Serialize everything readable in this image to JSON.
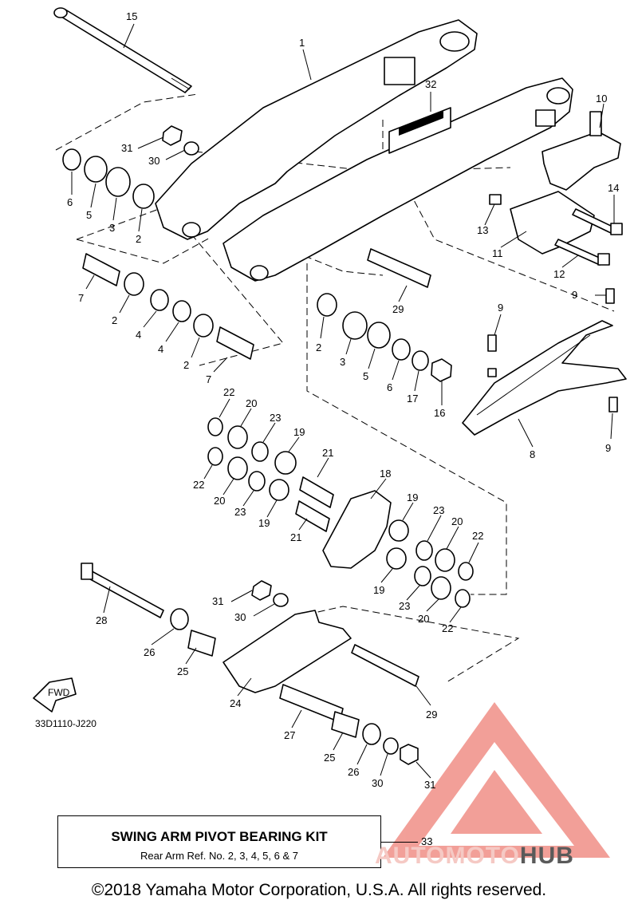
{
  "diagram": {
    "drawing_code": "33D1110-J220",
    "fwd_label": "FWD",
    "callouts": [
      {
        "id": "c15",
        "label": "15"
      },
      {
        "id": "c1",
        "label": "1"
      },
      {
        "id": "c32",
        "label": "32"
      },
      {
        "id": "c10",
        "label": "10"
      },
      {
        "id": "c14",
        "label": "14"
      },
      {
        "id": "c13",
        "label": "13"
      },
      {
        "id": "c11",
        "label": "11"
      },
      {
        "id": "c12",
        "label": "12"
      },
      {
        "id": "c31a",
        "label": "31"
      },
      {
        "id": "c30a",
        "label": "30"
      },
      {
        "id": "c6a",
        "label": "6"
      },
      {
        "id": "c5a",
        "label": "5"
      },
      {
        "id": "c3a",
        "label": "3"
      },
      {
        "id": "c2a",
        "label": "2"
      },
      {
        "id": "c7a",
        "label": "7"
      },
      {
        "id": "c2b",
        "label": "2"
      },
      {
        "id": "c4a",
        "label": "4"
      },
      {
        "id": "c4b",
        "label": "4"
      },
      {
        "id": "c2c",
        "label": "2"
      },
      {
        "id": "c7b",
        "label": "7"
      },
      {
        "id": "c29a",
        "label": "29"
      },
      {
        "id": "c2d",
        "label": "2"
      },
      {
        "id": "c3b",
        "label": "3"
      },
      {
        "id": "c5b",
        "label": "5"
      },
      {
        "id": "c6b",
        "label": "6"
      },
      {
        "id": "c17",
        "label": "17"
      },
      {
        "id": "c16",
        "label": "16"
      },
      {
        "id": "c9a",
        "label": "9"
      },
      {
        "id": "c9b",
        "label": "9"
      },
      {
        "id": "c9c",
        "label": "9"
      },
      {
        "id": "c8",
        "label": "8"
      },
      {
        "id": "c22a",
        "label": "22"
      },
      {
        "id": "c20a",
        "label": "20"
      },
      {
        "id": "c23a",
        "label": "23"
      },
      {
        "id": "c19a",
        "label": "19"
      },
      {
        "id": "c21a",
        "label": "21"
      },
      {
        "id": "c22b",
        "label": "22"
      },
      {
        "id": "c20b",
        "label": "20"
      },
      {
        "id": "c23b",
        "label": "23"
      },
      {
        "id": "c19b",
        "label": "19"
      },
      {
        "id": "c18",
        "label": "18"
      },
      {
        "id": "c21b",
        "label": "21"
      },
      {
        "id": "c19c",
        "label": "19"
      },
      {
        "id": "c23c",
        "label": "23"
      },
      {
        "id": "c20c",
        "label": "20"
      },
      {
        "id": "c22c",
        "label": "22"
      },
      {
        "id": "c19d",
        "label": "19"
      },
      {
        "id": "c23d",
        "label": "23"
      },
      {
        "id": "c20d",
        "label": "20"
      },
      {
        "id": "c22d",
        "label": "22"
      },
      {
        "id": "c28",
        "label": "28"
      },
      {
        "id": "c31b",
        "label": "31"
      },
      {
        "id": "c30b",
        "label": "30"
      },
      {
        "id": "c26a",
        "label": "26"
      },
      {
        "id": "c25a",
        "label": "25"
      },
      {
        "id": "c24",
        "label": "24"
      },
      {
        "id": "c29b",
        "label": "29"
      },
      {
        "id": "c27",
        "label": "27"
      },
      {
        "id": "c25b",
        "label": "25"
      },
      {
        "id": "c26b",
        "label": "26"
      },
      {
        "id": "c30c",
        "label": "30"
      },
      {
        "id": "c31c",
        "label": "31"
      }
    ]
  },
  "kit": {
    "title": "SWING ARM PIVOT BEARING KIT",
    "subtitle": "Rear Arm Ref. No. 2, 3, 4, 5, 6 & 7",
    "ref_number": "33"
  },
  "watermark": {
    "part1": "AUTOMOTO",
    "part2": "HUB",
    "color_light": "#f5c9c4",
    "color_dark": "#5a5a5a"
  },
  "copyright": "©2018 Yamaha Motor Corporation, U.S.A. All rights reserved."
}
